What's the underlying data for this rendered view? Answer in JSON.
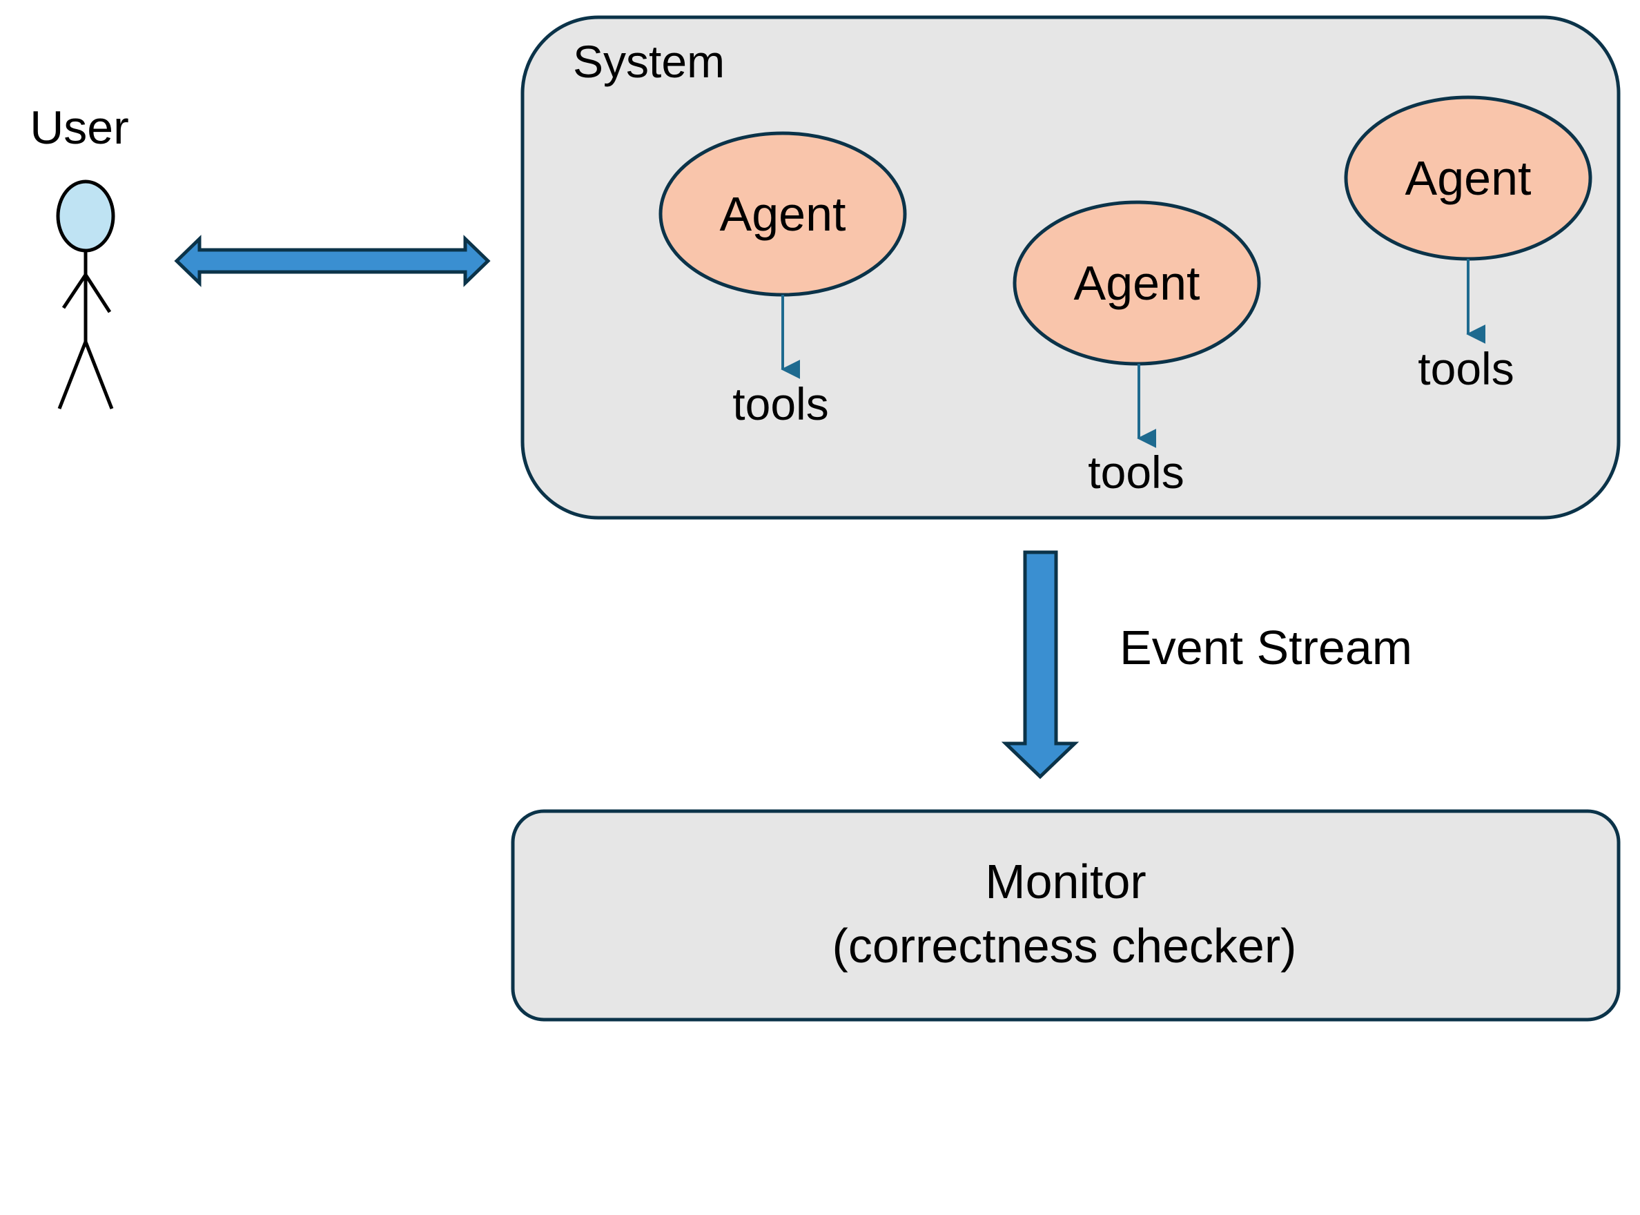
{
  "user": {
    "label": "User",
    "head_fill": "#bfe3f3"
  },
  "system": {
    "label": "System",
    "fill": "#e6e6e6",
    "stroke": "#0b3349",
    "agents": [
      {
        "label": "Agent",
        "tools_label": "tools"
      },
      {
        "label": "Agent",
        "tools_label": "tools"
      },
      {
        "label": "Agent",
        "tools_label": "tools"
      }
    ],
    "agent_fill": "#f9c5ab",
    "tool_arrow_color": "#1e6a8f"
  },
  "connection": {
    "user_system_arrow": "bidirectional",
    "arrow_fill": "#3a8fd1",
    "arrow_stroke": "#0b3349"
  },
  "event_stream": {
    "label": "Event Stream",
    "arrow_fill": "#3a8fd1"
  },
  "monitor": {
    "title": "Monitor",
    "subtitle": "(correctness checker)",
    "fill": "#e6e6e6"
  }
}
